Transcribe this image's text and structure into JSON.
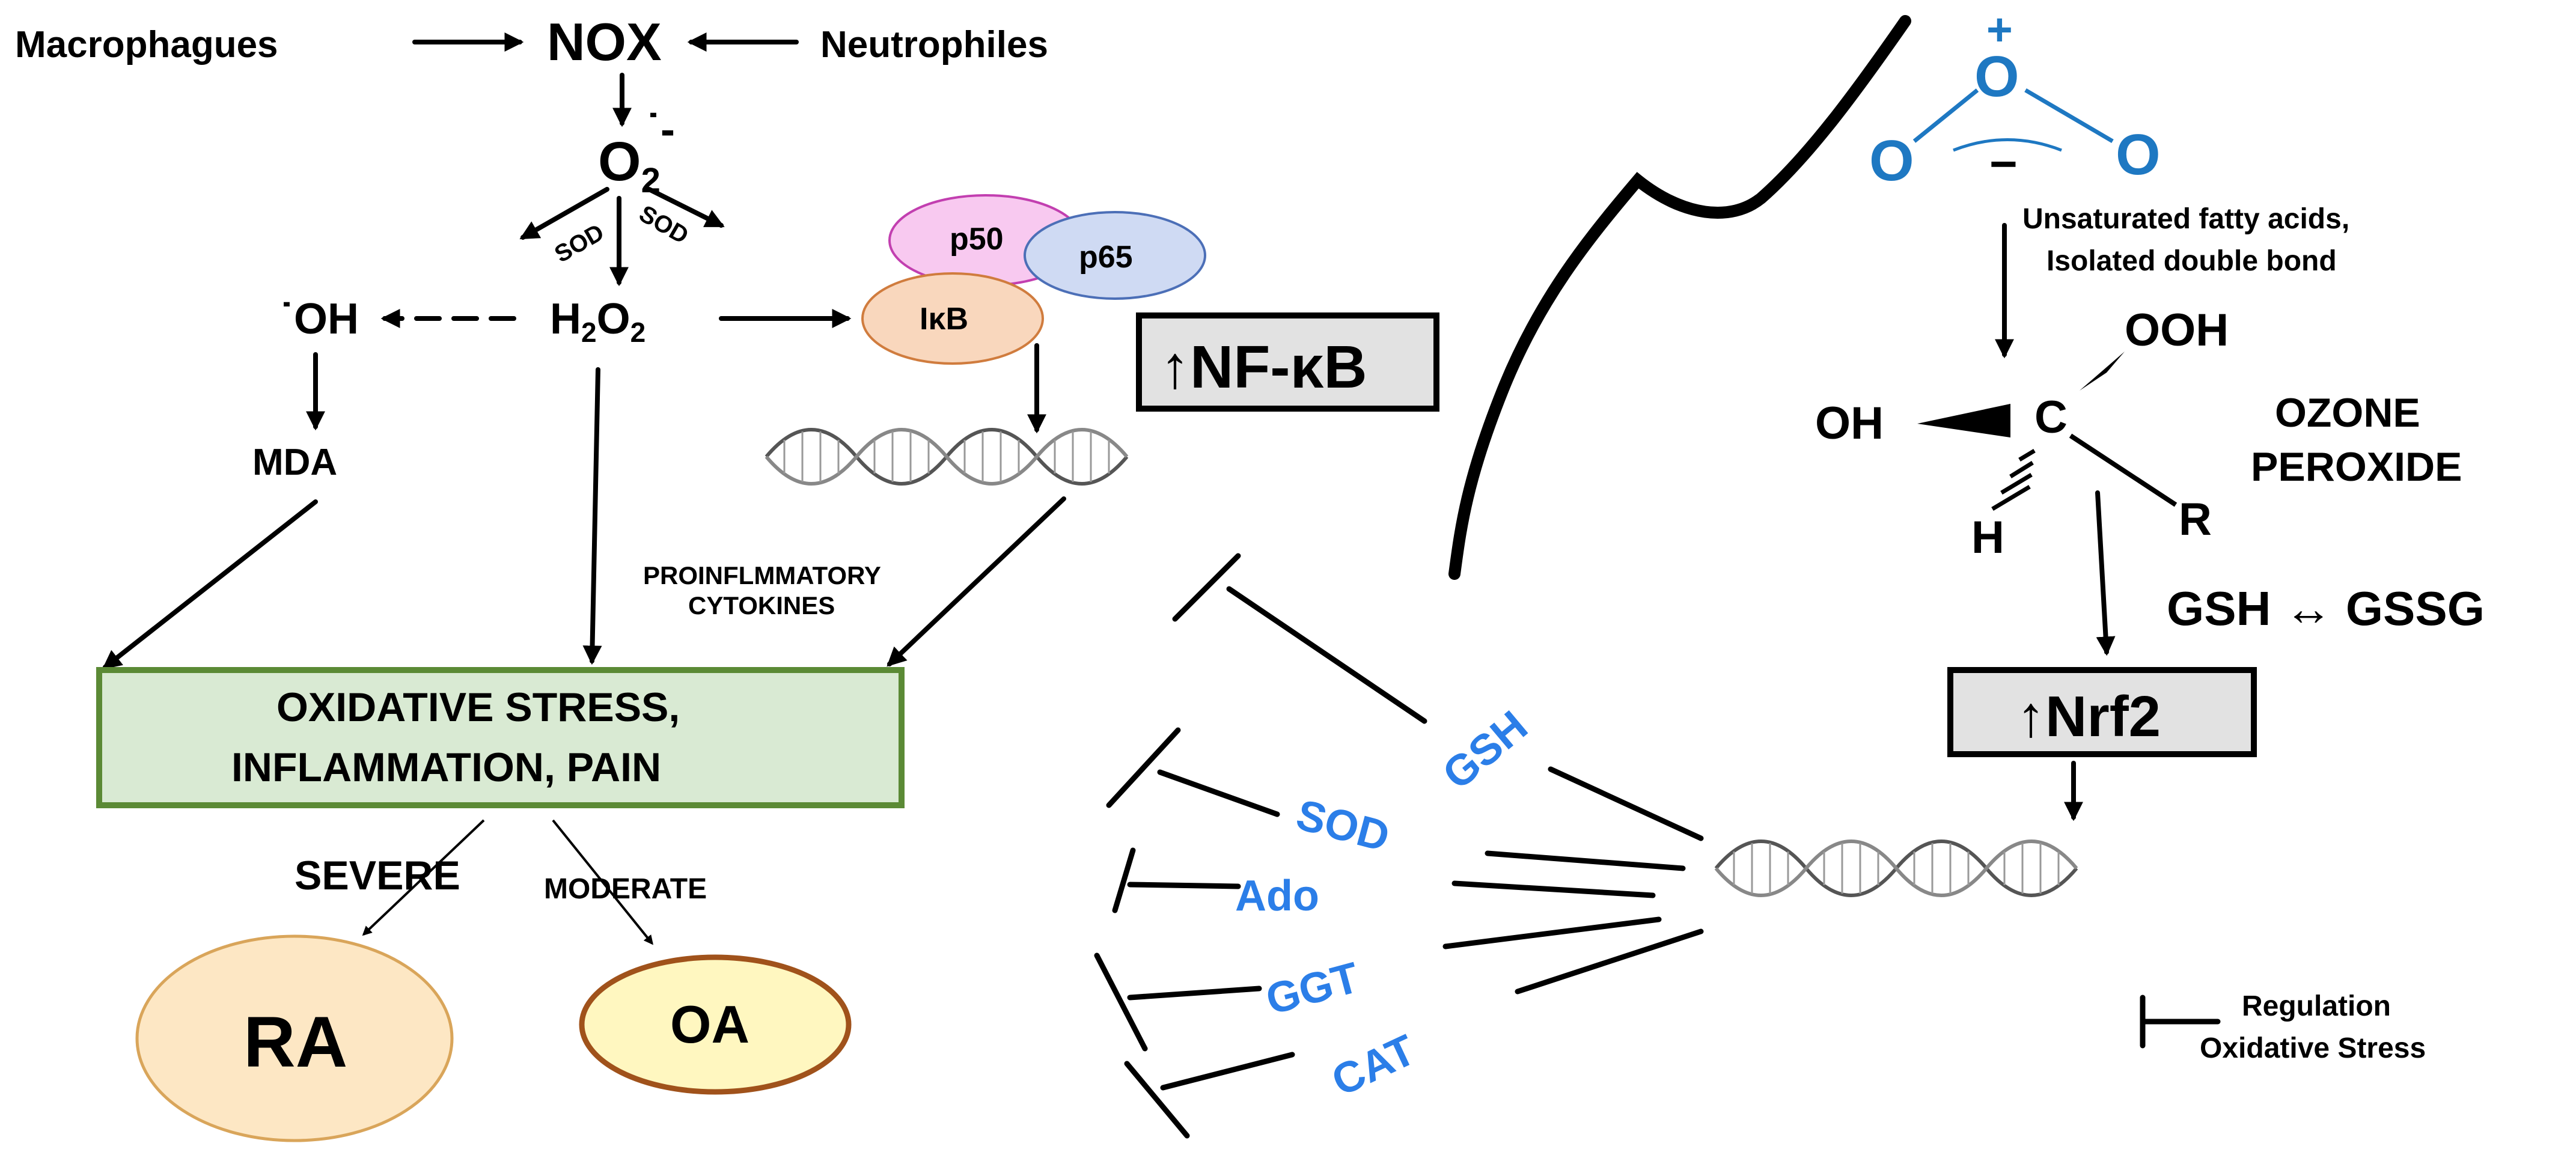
{
  "cells": {
    "macrophagues": "Macrophagues",
    "neutrophiles": "Neutrophiles",
    "nox": "NOX"
  },
  "ros": {
    "o2": "O",
    "o2_sub": "2",
    "o2_charge": "˙-",
    "sod_left": "SOD",
    "sod_right": "SOD",
    "h2o2_h": "H",
    "h2o2_sub1": "2",
    "h2o2_o": "O",
    "h2o2_sub2": "2",
    "oh": "˙OH",
    "mda": "MDA"
  },
  "nfkb_complex": {
    "p50": "p50",
    "p65": "p65",
    "ikb": "IκB",
    "nfkb": "↑NF-κB",
    "cytokines_line1": "PROINFLMMATORY",
    "cytokines_line2": "CYTOKINES"
  },
  "outcome": {
    "line1": "OXIDATIVE STRESS,",
    "line2": "INFLAMMATION, PAIN",
    "severe": "SEVERE",
    "moderate": "MODERATE",
    "ra": "RA",
    "oa": "OA"
  },
  "ozone": {
    "o_top": "O",
    "o_left": "O",
    "o_right": "O",
    "plus": "+",
    "minus": "−",
    "fatty_line1": "Unsaturated fatty acids,",
    "fatty_line2": "Isolated double bond",
    "ooh": "OOH",
    "oh": "OH",
    "c": "C",
    "h": "H",
    "r": "R",
    "peroxide_line1": "OZONE",
    "peroxide_line2": "PEROXIDE",
    "gsh_gssg": "GSH ↔ GSSG",
    "nrf2": "↑Nrf2"
  },
  "antioxidants": {
    "gsh": "GSH",
    "sod": "SOD",
    "ado": "Ado",
    "ggt": "GGT",
    "cat": "CAT"
  },
  "legend": {
    "line1": "Regulation",
    "line2": "Oxidative Stress"
  },
  "colors": {
    "box_fill": "#d9ead3",
    "box_stroke": "#5b8a35",
    "ra_fill": "#fde7c4",
    "ra_stroke": "#d9a55a",
    "oa_fill": "#fff7c0",
    "oa_stroke": "#a0521b",
    "p50_fill": "#f8c9f0",
    "p65_fill": "#cfdaf3",
    "ikb_fill": "#f9d7bd",
    "blue_label": "#2b7ee8",
    "ozone_blue": "#1e78c2"
  }
}
